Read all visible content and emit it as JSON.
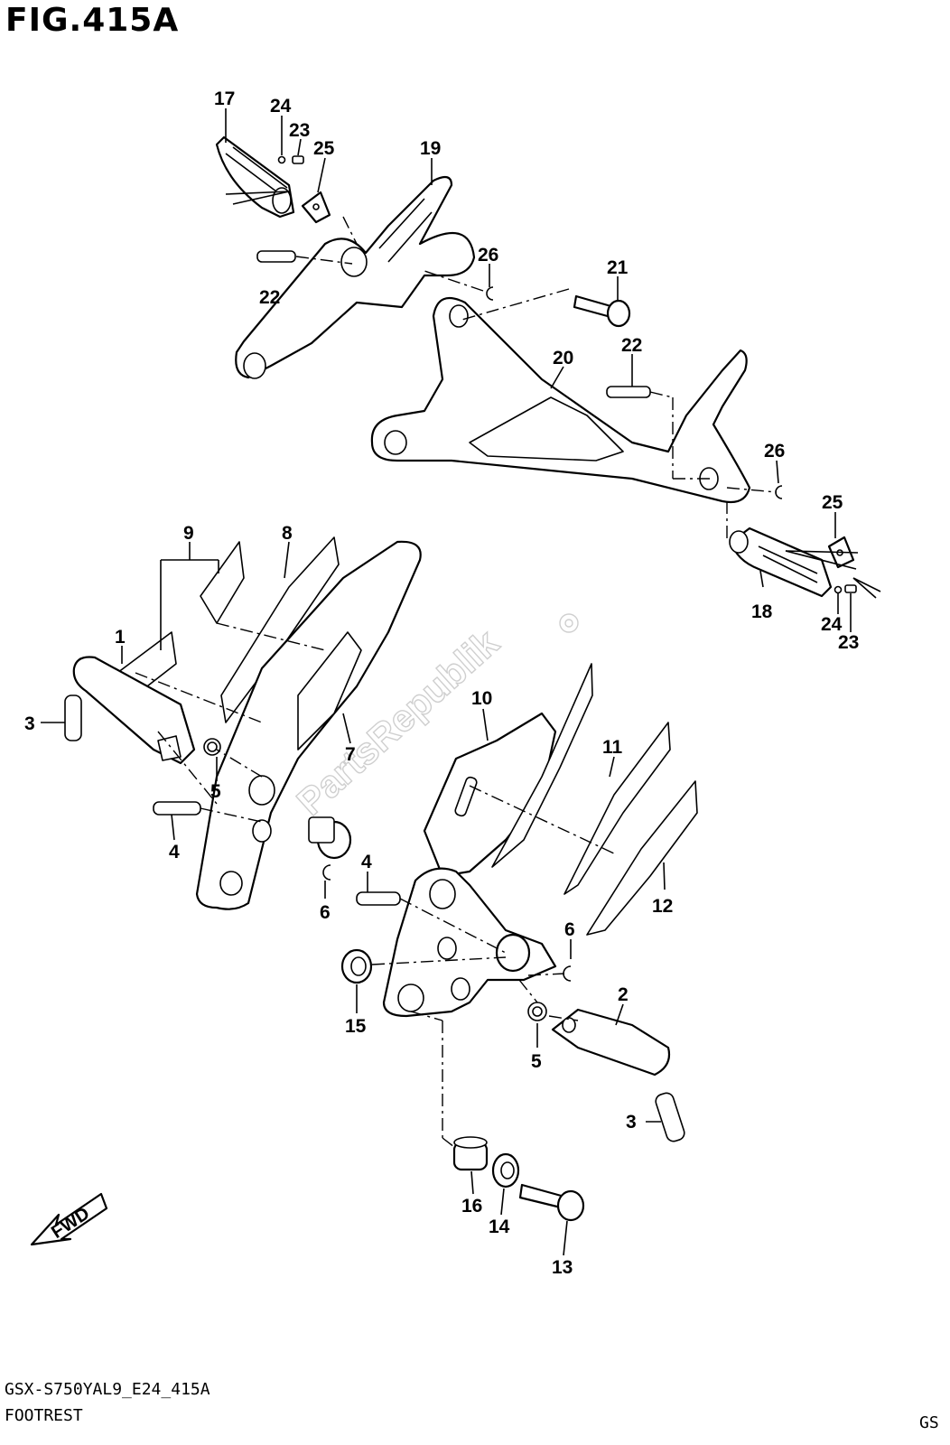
{
  "figure": {
    "title": "FIG.415A",
    "code": "GSX-S750YAL9_E24_415A",
    "name": "FOOTREST",
    "region": "GS"
  },
  "watermark": "PartsRepublik",
  "direction_arrow": {
    "label": "FWD",
    "icon": "fwd-arrow-icon"
  },
  "callouts": [
    {
      "id": "c17a",
      "text": "17"
    },
    {
      "id": "c24a",
      "text": "24"
    },
    {
      "id": "c23a",
      "text": "23"
    },
    {
      "id": "c25a",
      "text": "25"
    },
    {
      "id": "c19",
      "text": "19"
    },
    {
      "id": "c26a",
      "text": "26"
    },
    {
      "id": "c22a",
      "text": "22"
    },
    {
      "id": "c21",
      "text": "21"
    },
    {
      "id": "c22b",
      "text": "22"
    },
    {
      "id": "c20",
      "text": "20"
    },
    {
      "id": "c26b",
      "text": "26"
    },
    {
      "id": "c25b",
      "text": "25"
    },
    {
      "id": "c18",
      "text": "18"
    },
    {
      "id": "c24b",
      "text": "24"
    },
    {
      "id": "c23b",
      "text": "23"
    },
    {
      "id": "c9",
      "text": "9"
    },
    {
      "id": "c8",
      "text": "8"
    },
    {
      "id": "c1",
      "text": "1"
    },
    {
      "id": "c3a",
      "text": "3"
    },
    {
      "id": "c5a",
      "text": "5"
    },
    {
      "id": "c7",
      "text": "7"
    },
    {
      "id": "c4a",
      "text": "4"
    },
    {
      "id": "c6a",
      "text": "6"
    },
    {
      "id": "c10",
      "text": "10"
    },
    {
      "id": "c11",
      "text": "11"
    },
    {
      "id": "c12",
      "text": "12"
    },
    {
      "id": "c4b",
      "text": "4"
    },
    {
      "id": "c6b",
      "text": "6"
    },
    {
      "id": "c15",
      "text": "15"
    },
    {
      "id": "c2",
      "text": "2"
    },
    {
      "id": "c5b",
      "text": "5"
    },
    {
      "id": "c3b",
      "text": "3"
    },
    {
      "id": "c16",
      "text": "16"
    },
    {
      "id": "c14",
      "text": "14"
    },
    {
      "id": "c13",
      "text": "13"
    }
  ]
}
